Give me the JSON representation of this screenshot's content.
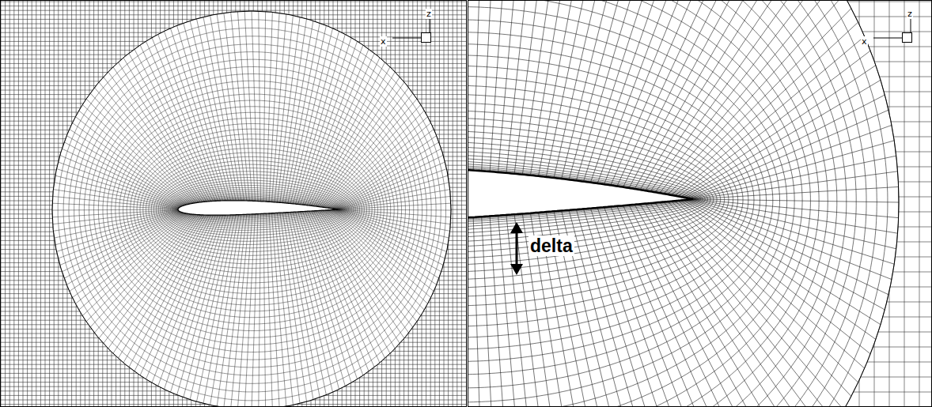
{
  "diagram": {
    "labels": [
      "z",
      "x",
      "z",
      "x",
      "delta"
    ]
  }
}
